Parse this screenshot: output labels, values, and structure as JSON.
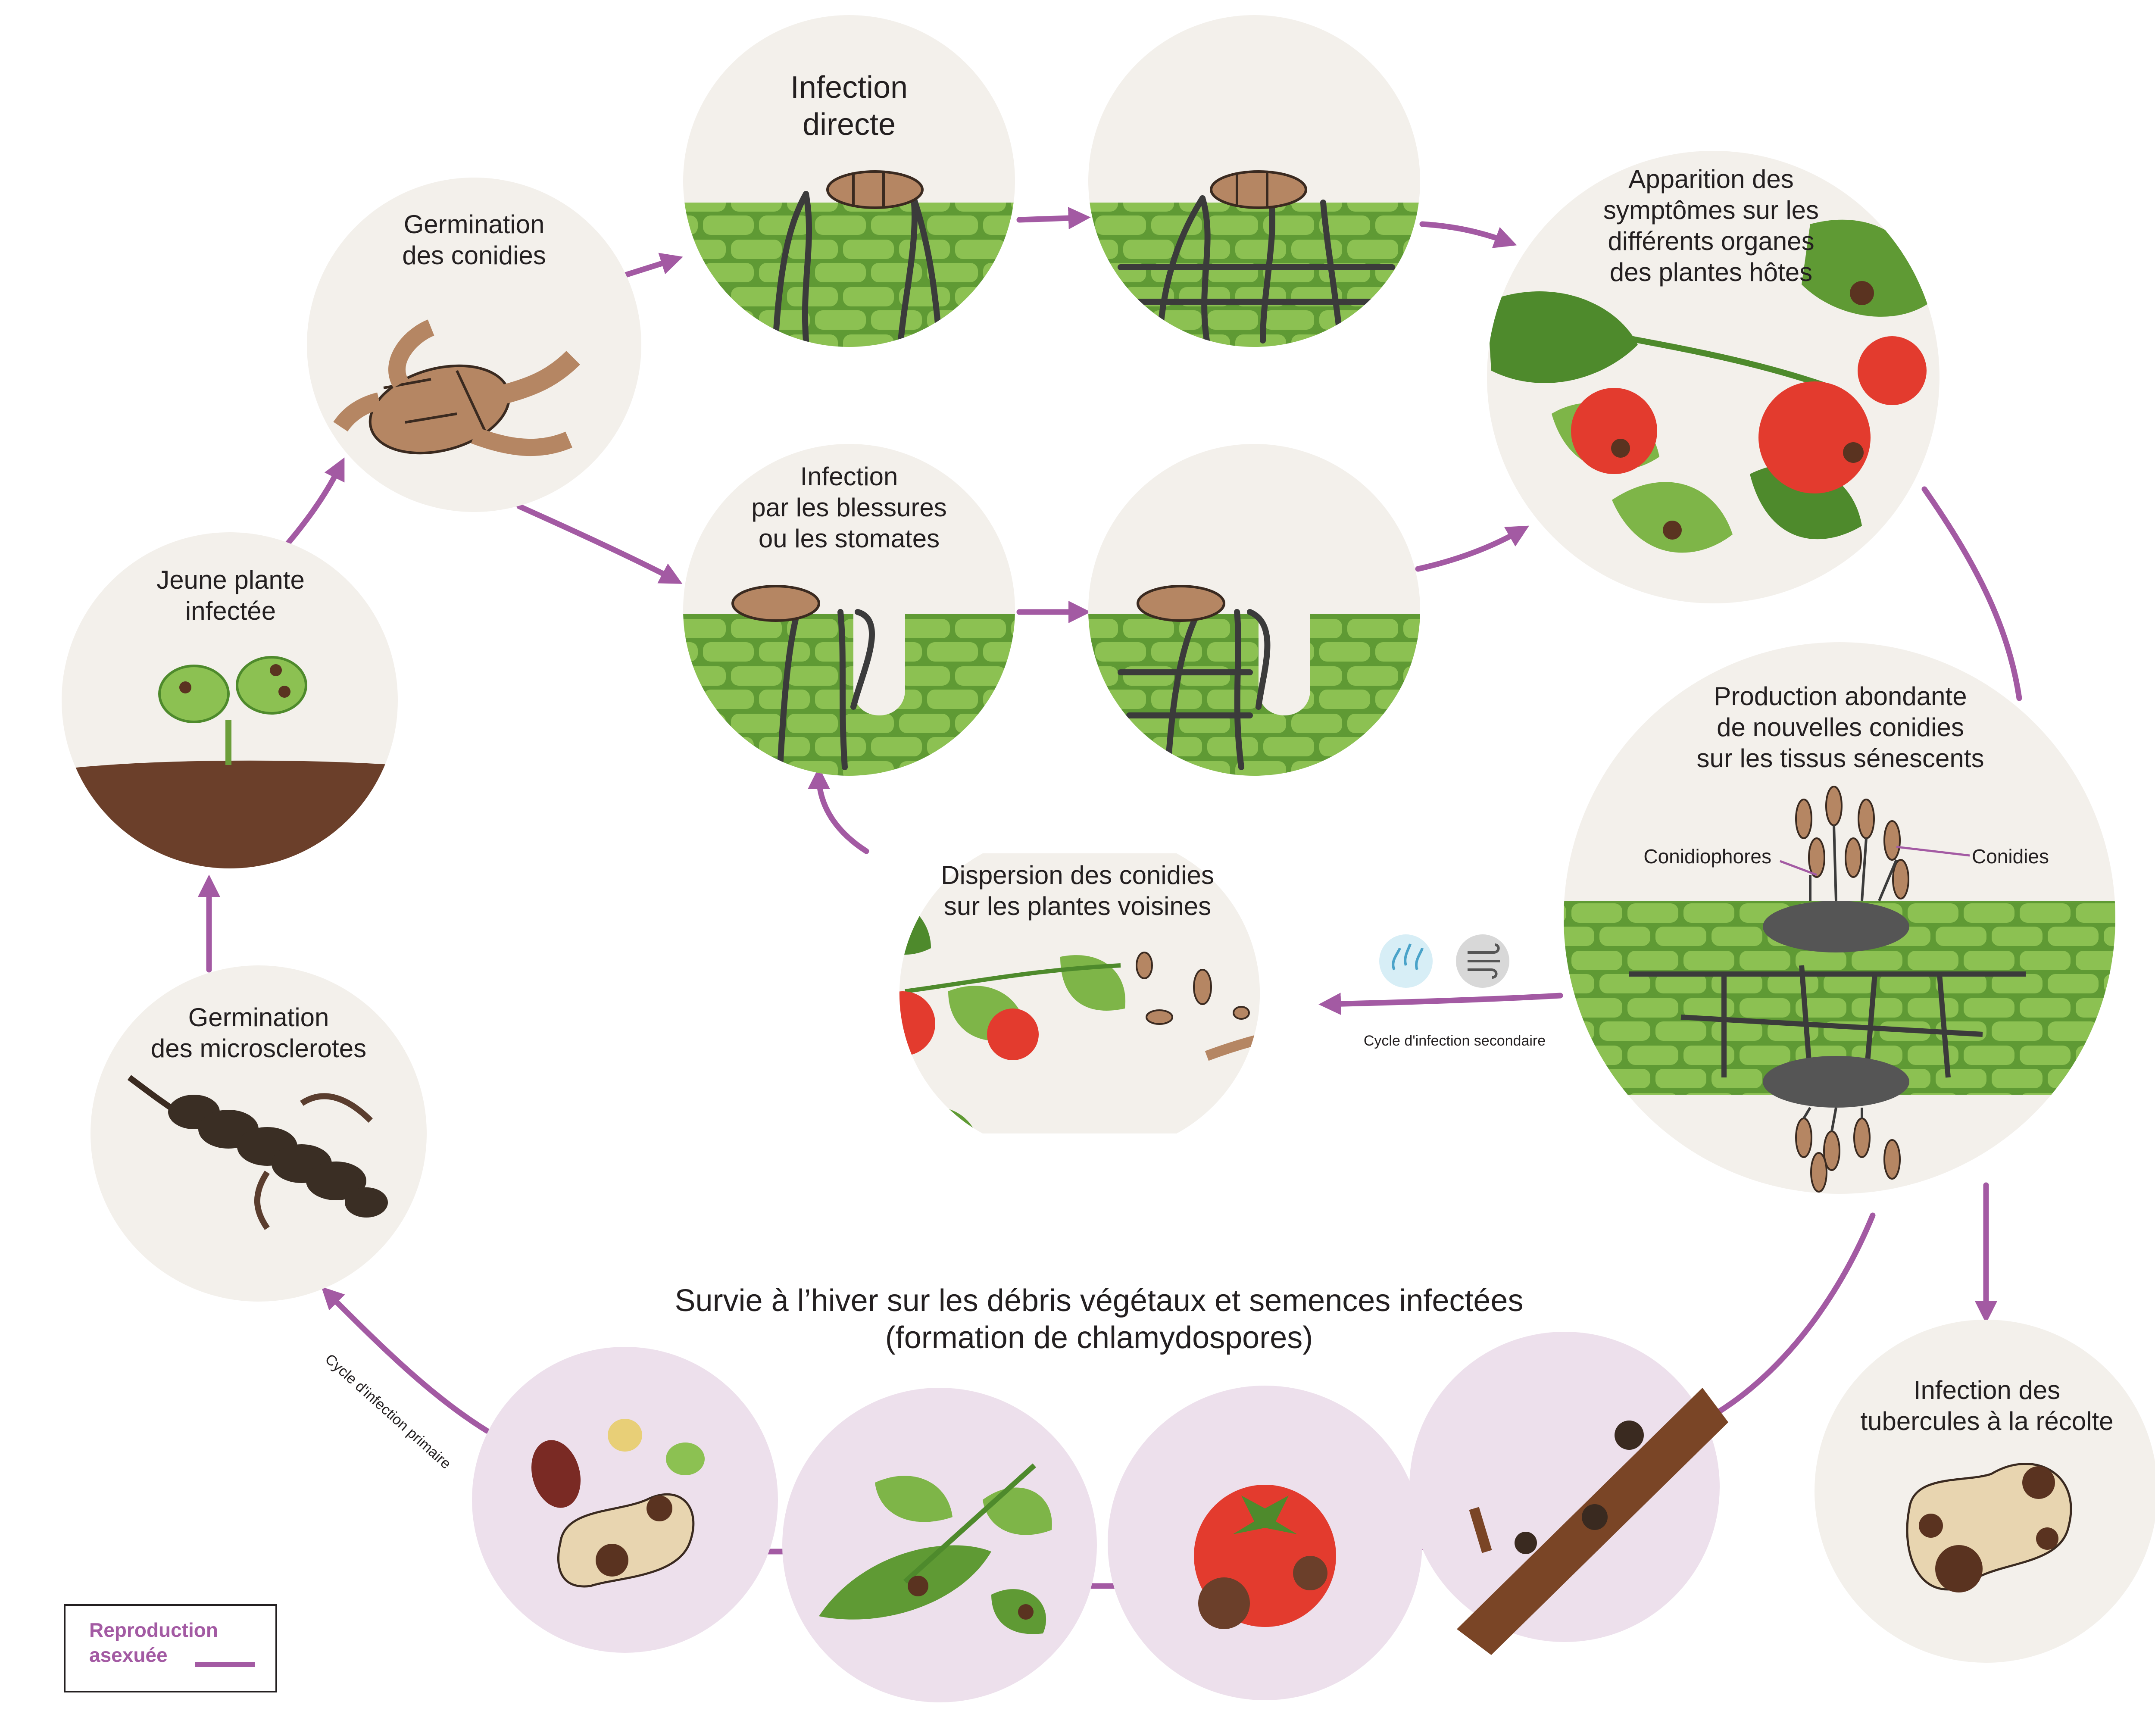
{
  "colors": {
    "arrow": "#a35aa3",
    "circle_beige": "#f3f0eb",
    "circle_mauve": "#ede0ec",
    "leaf_green": "#7eb548",
    "leaf_dark": "#4e8a2c",
    "tomato_red": "#e33b2e",
    "conidia_brown": "#b58663",
    "hyphae": "#3b3b3b",
    "soil": "#6b3f2a"
  },
  "labels": {
    "infection_directe": "Infection\ndirecte",
    "germination_conidies": "Germination\ndes conidies",
    "apparition_symptomes": "Apparition des\nsymptômes sur les\ndifférents organes\ndes plantes hôtes",
    "infection_blessures": "Infection\npar les blessures\nou les stomates",
    "jeune_plante": "Jeune plante\ninfectée",
    "production_conidies": "Production abondante\nde nouvelles conidies\nsur les tissus sénescents",
    "conidiophores": "Conidiophores",
    "conidies": "Conidies",
    "dispersion": "Dispersion des conidies\nsur les plantes voisines",
    "cycle_secondaire": "Cycle d'infection secondaire",
    "germination_microsclerotes": "Germination\ndes microsclerotes",
    "survie_hiver": "Survie à l’hiver sur les débris végétaux et semences infectées\n(formation de chlamydospores)",
    "infection_tubercules": "Infection des\ntubercules à la récolte",
    "cycle_primaire": "Cycle d'infection primaire"
  },
  "legend": {
    "label": "Reproduction\nasexuée"
  },
  "icons": [
    "water-drop-icon",
    "wind-icon"
  ]
}
